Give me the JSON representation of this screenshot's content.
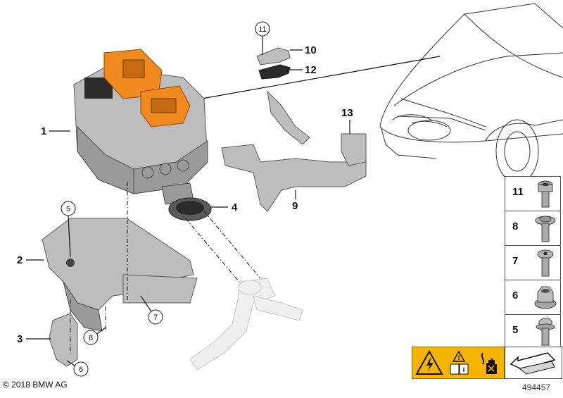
{
  "callouts": {
    "c1": "1",
    "c2": "2",
    "c3": "3",
    "c4": "4",
    "c9": "9",
    "c10": "10",
    "c12": "12",
    "c13": "13",
    "circ5": "5",
    "circ6": "6",
    "circ7": "7",
    "circ8": "8",
    "circ11": "11"
  },
  "parts_table": [
    {
      "num": "11",
      "icon": "hex-socket-bolt-icon"
    },
    {
      "num": "8",
      "icon": "flange-torx-bolt-icon"
    },
    {
      "num": "7",
      "icon": "torx-bolt-icon"
    },
    {
      "num": "6",
      "icon": "hex-flange-nut-icon"
    },
    {
      "num": "5",
      "icon": "hex-flange-bolt-icon"
    }
  ],
  "footer": {
    "copyright": "© 2018 BMW AG",
    "diagram_id": "494457"
  },
  "icons": {
    "warning": [
      "high-voltage-warning-icon",
      "read-manual-icon",
      "no-touch-hand-icon"
    ],
    "arrow": "next-page-arrow-icon"
  },
  "colors": {
    "orange_connector": "#f08a1e",
    "warning_yellow": "#f4b400"
  }
}
